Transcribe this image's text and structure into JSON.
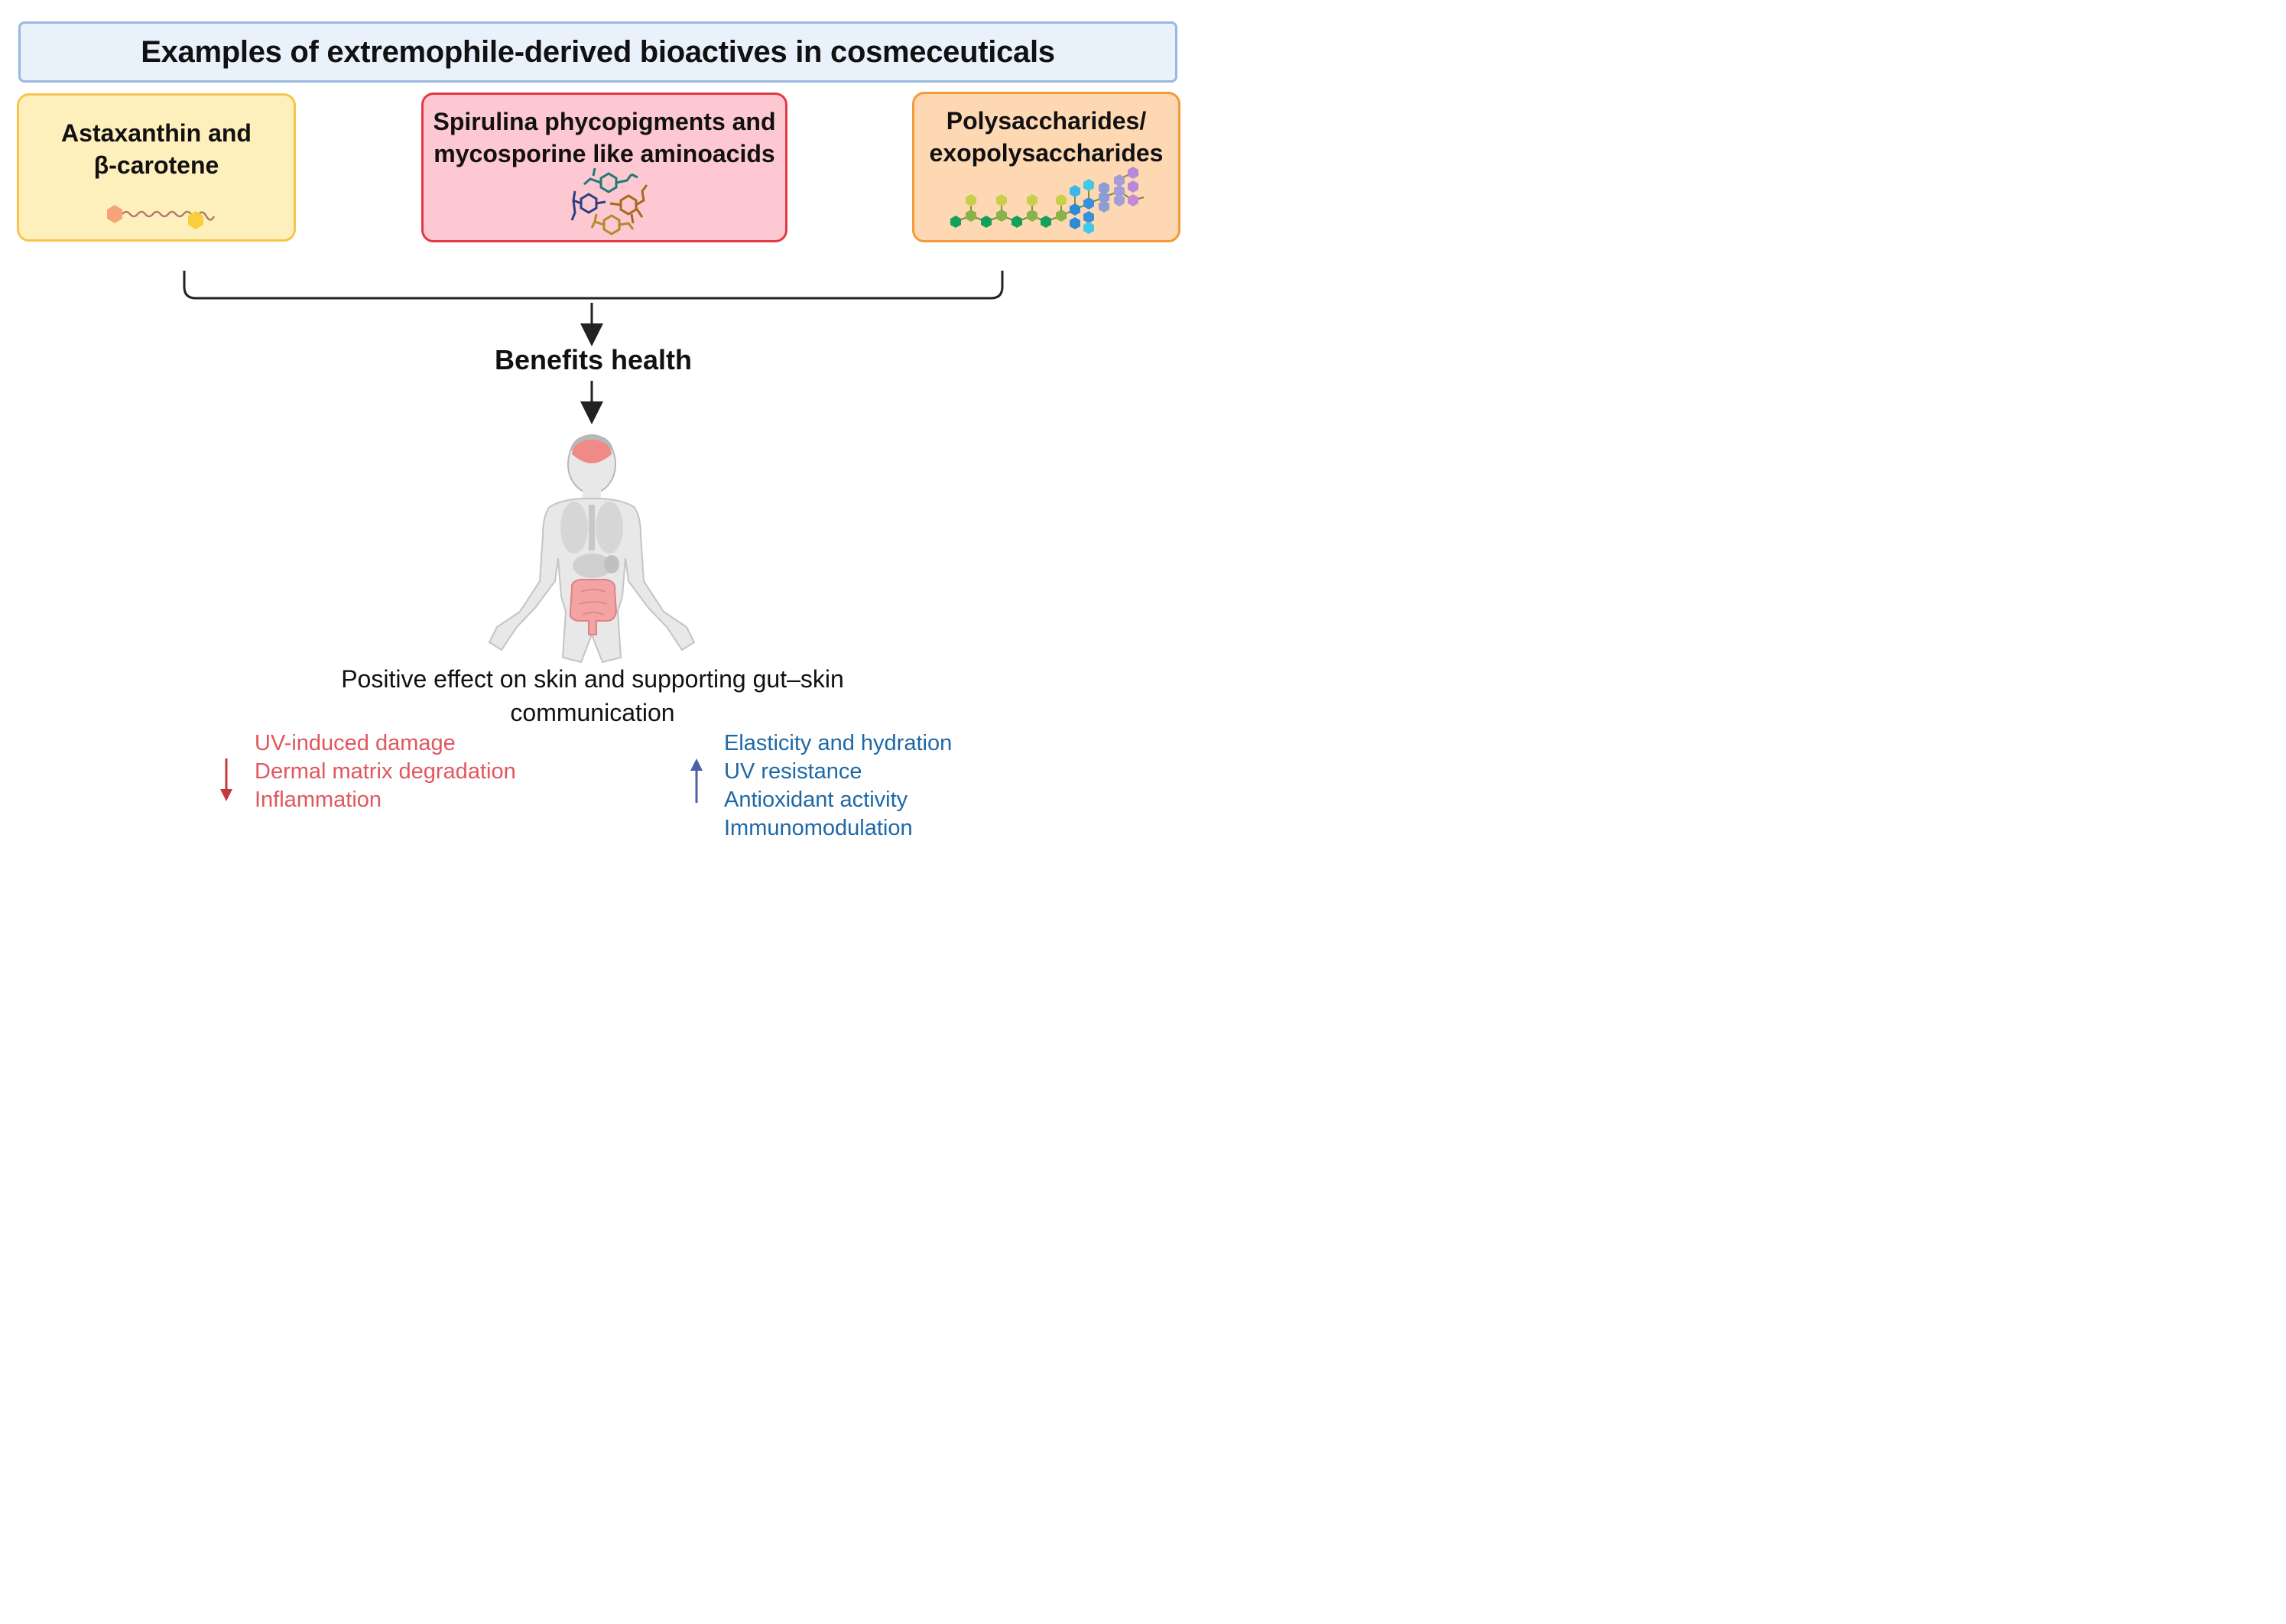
{
  "title": "Examples of extremophile-derived bioactives in cosmeceuticals",
  "categories": [
    {
      "label": "Astaxanthin and\nβ-carotene",
      "icon": "carotenoid-molecule-icon"
    },
    {
      "label": "Spirulina phycopigments and\nmycosporine like aminoacids",
      "icon": "amino-acid-molecules-icon"
    },
    {
      "label": "Polysaccharides/\nexopolysaccharides",
      "icon": "polysaccharide-chain-icon"
    }
  ],
  "benefits_label": "Benefits health",
  "body_icon": "human-body-icon",
  "effect_label": "Positive effect on skin and supporting gut–skin\ncommunication",
  "decreases": [
    "UV-induced damage",
    "Dermal matrix degradation",
    "Inflammation"
  ],
  "increases": [
    "Elasticity and hydration",
    "UV resistance",
    "Antioxidant activity",
    "Immunomodulation"
  ],
  "colors": {
    "decrease": "#e0575e",
    "decrease_arrow": "#c23a40",
    "increase": "#1e68a6",
    "increase_arrow": "#4a60a8",
    "title_fill": "#e9f1fb",
    "astaxanthin_fill": "#fef0bd",
    "spirulina_fill": "#fdc8d1",
    "polysaccharide_fill": "#fed8b3"
  }
}
